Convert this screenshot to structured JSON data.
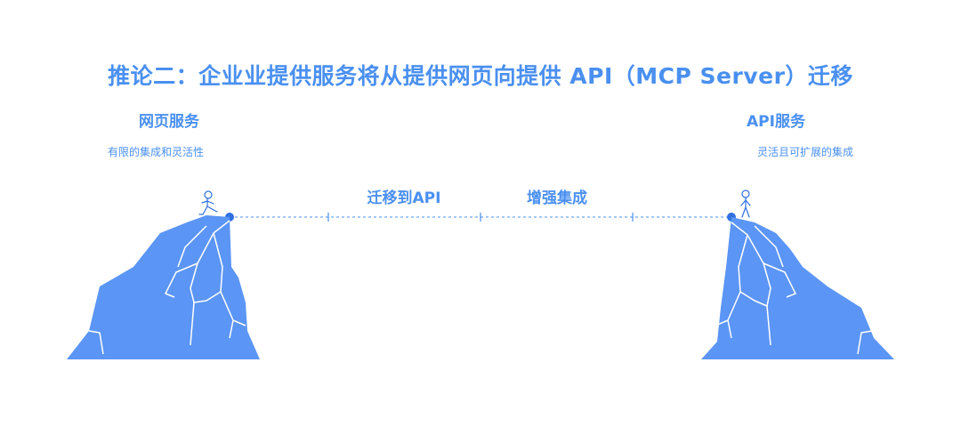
{
  "title": "推论二：企业业提供服务将从提供网页向提供 API（MCP Server）迁移",
  "left": {
    "title": "网页服务",
    "subtitle": "有限的集成和灵活性"
  },
  "right": {
    "title": "API服务",
    "subtitle": "灵活且可扩展的集成"
  },
  "path_labels": [
    "迁移到API",
    "增强集成"
  ],
  "colors": {
    "accent": "#4a90f0",
    "cliff": "#5b95f5",
    "cliff_line": "#ffffff"
  }
}
